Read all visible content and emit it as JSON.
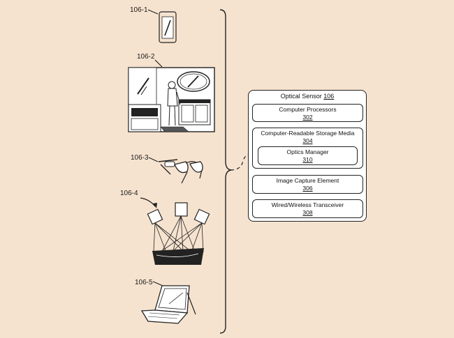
{
  "devices": [
    {
      "label": "106-1",
      "kind": "smartphone-icon"
    },
    {
      "label": "106-2",
      "kind": "smart-mirror-bathroom-icon"
    },
    {
      "label": "106-3",
      "kind": "smart-glasses-icon"
    },
    {
      "label": "106-4",
      "kind": "camera-array-icon"
    },
    {
      "label": "106-5",
      "kind": "laptop-icon"
    }
  ],
  "sensor": {
    "title": "Optical Sensor",
    "ref": "106",
    "components": [
      {
        "label": "Computer Processors",
        "ref": "302"
      },
      {
        "label": "Computer-Readable Storage Media",
        "ref": "304",
        "child": {
          "label": "Optics Manager",
          "ref": "310"
        }
      },
      {
        "label": "Image Capture Element",
        "ref": "306"
      },
      {
        "label": "Wired/Wireless Transceiver",
        "ref": "308"
      }
    ]
  },
  "colors": {
    "background": "#f6e3cf",
    "ink": "#222222",
    "panel": "#ffffff"
  }
}
